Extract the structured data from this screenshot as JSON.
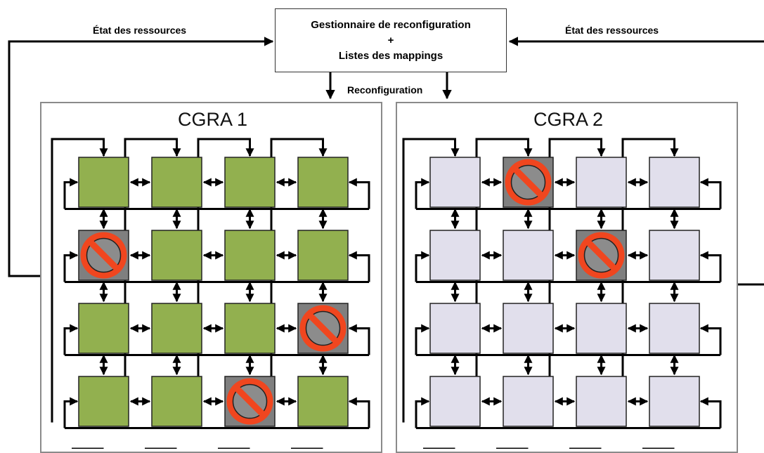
{
  "manager": {
    "line1": "Gestionnaire de reconfiguration",
    "line2": "+",
    "line3": "Listes des mappings"
  },
  "labels": {
    "state_left": "État des ressources",
    "state_right": "État des ressources",
    "reconfig": "Reconfiguration"
  },
  "cgras": [
    {
      "title": "CGRA 1",
      "pe_color": "#92b04f",
      "faulty": [
        [
          1,
          0
        ],
        [
          2,
          3
        ],
        [
          3,
          2
        ]
      ]
    },
    {
      "title": "CGRA 2",
      "pe_color": "#e1dfec",
      "faulty": [
        [
          0,
          1
        ],
        [
          1,
          2
        ]
      ]
    }
  ],
  "colors": {
    "faulty_pe": "#7f7f7f",
    "forbid_red": "#f0461f",
    "forbid_fill": "#8c8c8c",
    "panel_border": "#8a8a8a",
    "wire": "#000000"
  },
  "icons": {
    "forbidden": "no-entry-icon"
  }
}
